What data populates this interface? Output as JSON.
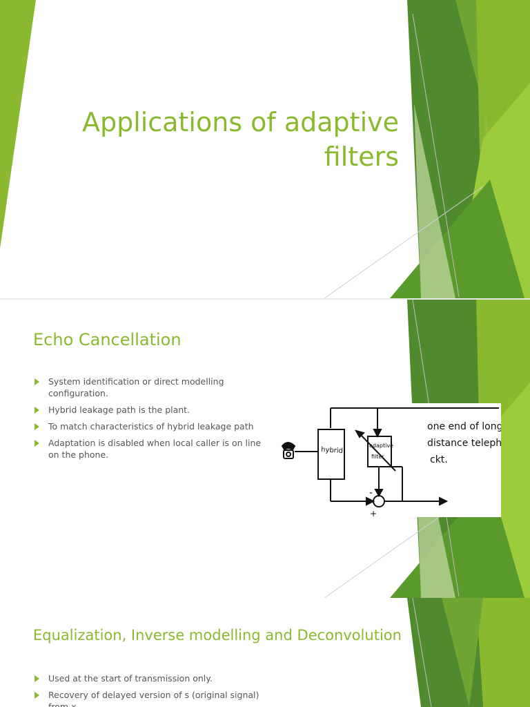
{
  "slides": [
    {
      "title_line1": "Applications of adaptive",
      "title_line2": "filters"
    },
    {
      "heading": "Echo Cancellation",
      "bullets": [
        "System identification or direct modelling configuration.",
        "Hybrid leakage path is the plant.",
        "To match characteristics of hybrid leakage path",
        "Adaptation is disabled when local caller is on line on the phone."
      ],
      "figure": {
        "hybrid_label": "hybrid",
        "filter_label_1": "adaptive",
        "filter_label_2": "filter",
        "minus_sign": "-",
        "plus_sign": "+",
        "note_line1": "one end of long",
        "note_line2": "distance telephone",
        "note_line3": "ckt."
      }
    },
    {
      "heading": "Equalization, Inverse modelling and Deconvolution",
      "bullets": [
        "Used at the start of transmission only.",
        "Recovery of delayed version of s (original signal) from x."
      ]
    }
  ],
  "colors": {
    "accent": "#8ab82f",
    "dark_green": "#3f7d2c",
    "mid_green": "#6aa82e",
    "light_green": "#9ccb3b",
    "body_text": "#555555"
  }
}
